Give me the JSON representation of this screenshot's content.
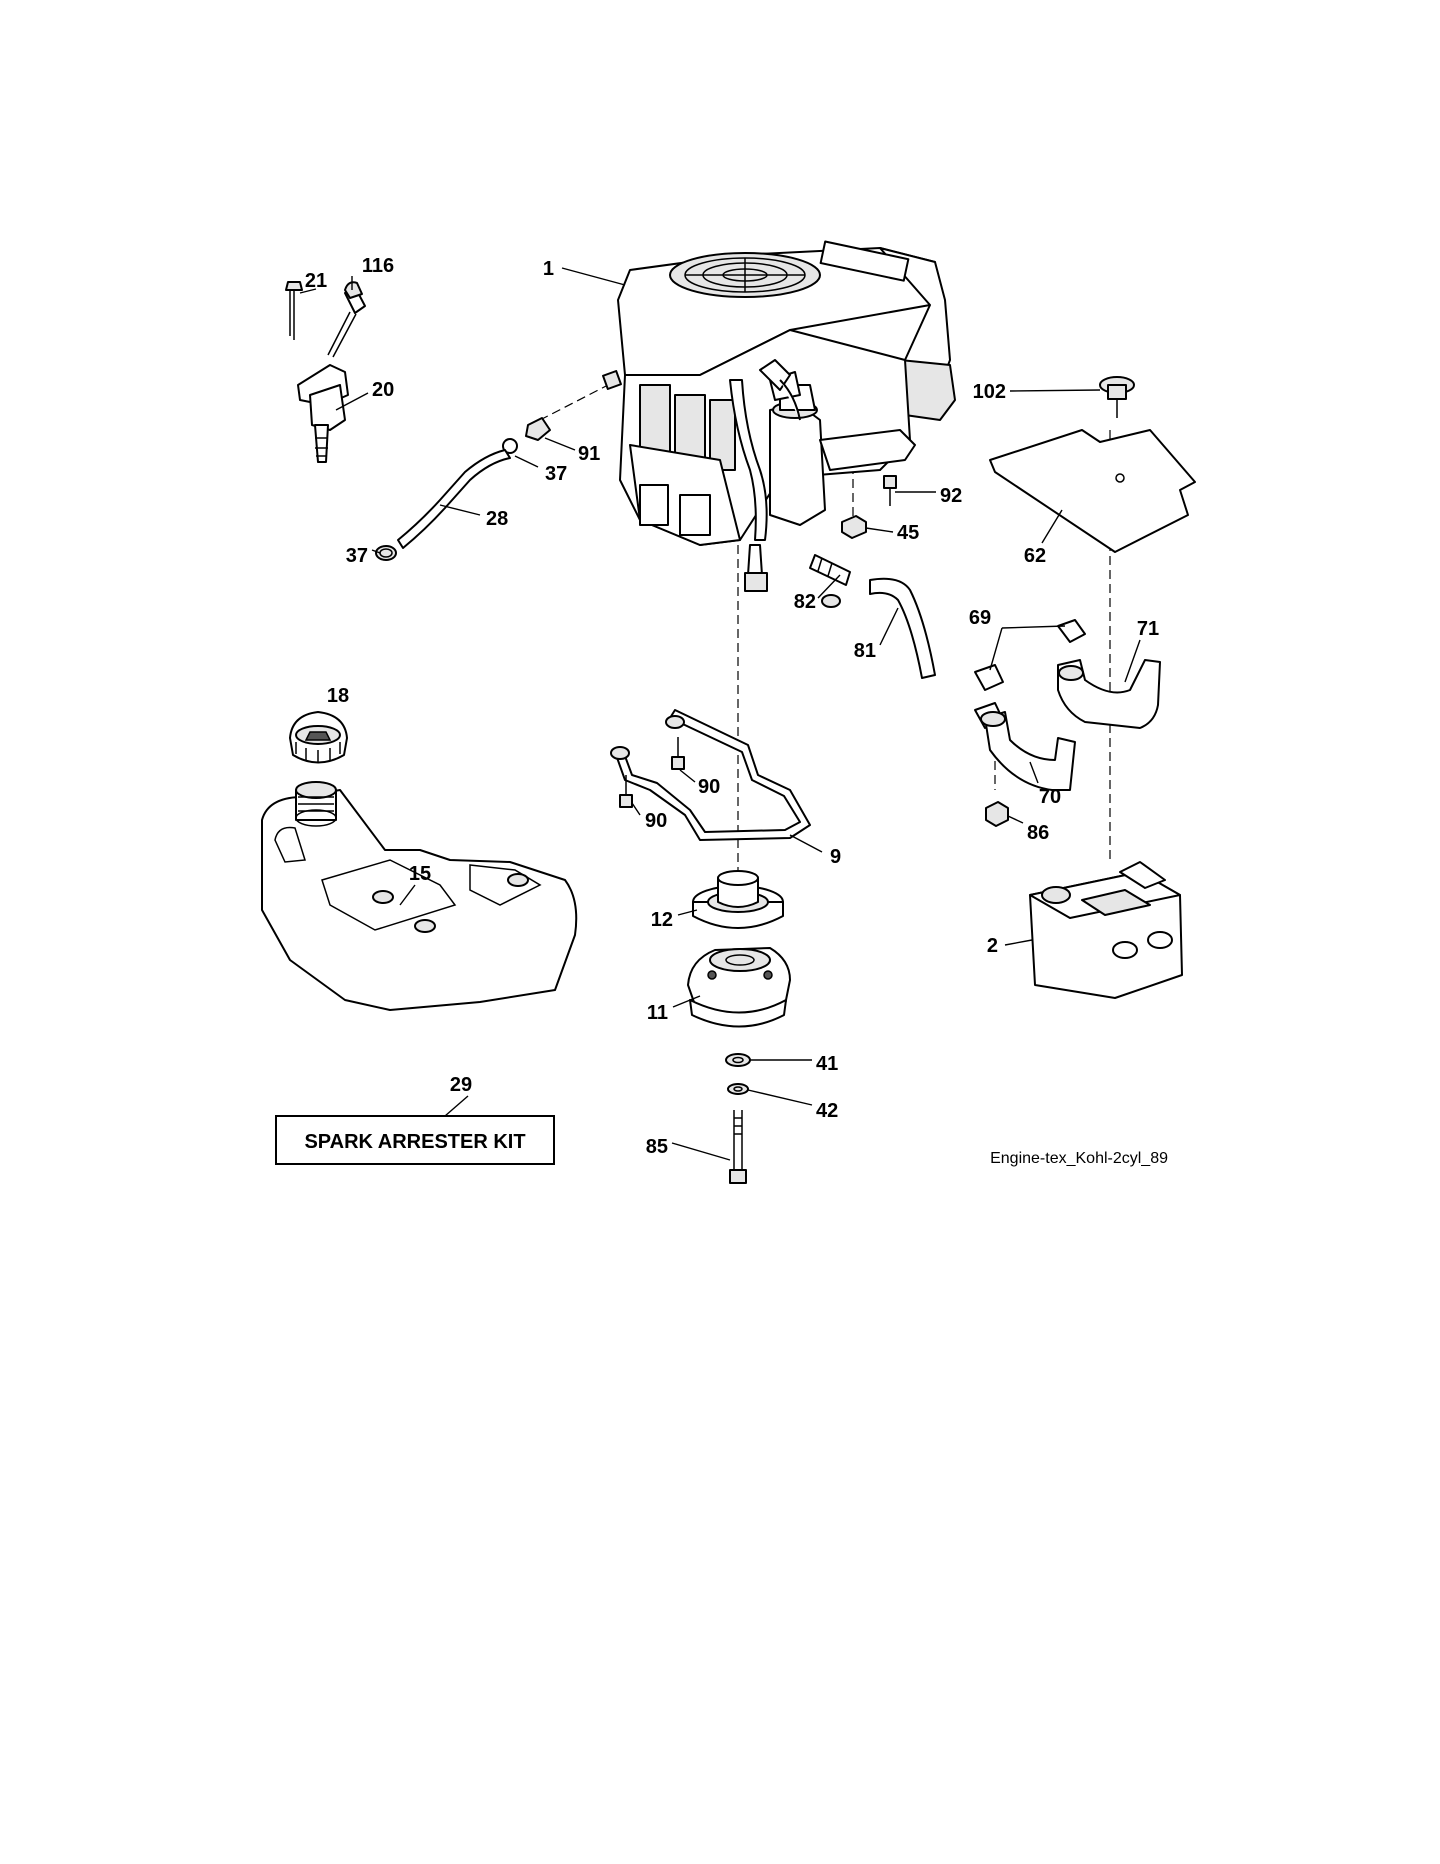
{
  "diagram": {
    "caption": "Engine-tex_Kohl-2cyl_89",
    "kit_box_text": "SPARK ARRESTER KIT",
    "callouts": {
      "c1": "1",
      "c2": "2",
      "c9": "9",
      "c11": "11",
      "c12": "12",
      "c15": "15",
      "c18": "18",
      "c20": "20",
      "c21": "21",
      "c28": "28",
      "c29": "29",
      "c37a": "37",
      "c37b": "37",
      "c41": "41",
      "c42": "42",
      "c45": "45",
      "c62": "62",
      "c69": "69",
      "c70": "70",
      "c71": "71",
      "c81": "81",
      "c82": "82",
      "c85": "85",
      "c86": "86",
      "c90a": "90",
      "c90b": "90",
      "c91": "91",
      "c92": "92",
      "c102": "102",
      "c116": "116"
    }
  }
}
